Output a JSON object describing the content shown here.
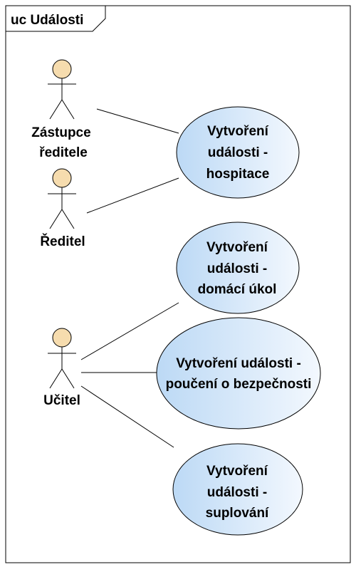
{
  "frame": {
    "title": "uc Události"
  },
  "actors": {
    "zastupce": {
      "lines": [
        "Zástupce",
        "ředitele"
      ]
    },
    "reditel": {
      "lines": [
        "Ředitel"
      ]
    },
    "ucitel": {
      "lines": [
        "Učitel"
      ]
    }
  },
  "use_cases": {
    "hospitace": {
      "lines": [
        "Vytvoření",
        "události -",
        "hospitace"
      ]
    },
    "domaci_ukol": {
      "lines": [
        "Vytvoření",
        "události -",
        "domácí úkol"
      ]
    },
    "pouceni": {
      "lines": [
        "Vytvoření události -",
        "poučení o bezpečnosti"
      ]
    },
    "suplovani": {
      "lines": [
        "Vytvoření",
        "události -",
        "suplování"
      ]
    }
  },
  "colors": {
    "actor_head_fill": "#f6dcae",
    "usecase_fill_light": "#eef6fd",
    "usecase_fill_dark": "#bcd9f5",
    "stroke": "#000000"
  }
}
